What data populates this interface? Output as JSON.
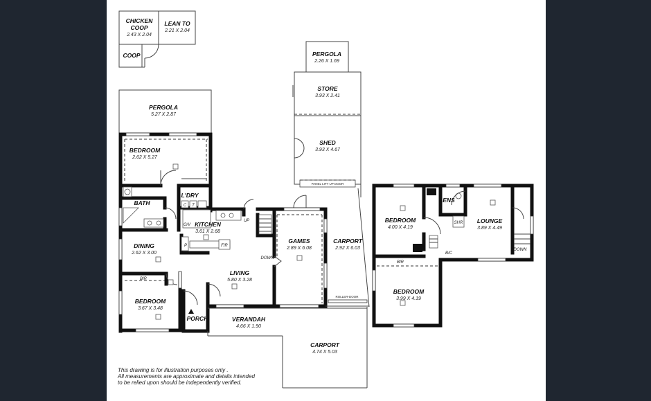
{
  "rooms": {
    "chicken_coop": {
      "label1": "CHICKEN",
      "label2": "COOP",
      "dims": "2.43 X 2.04"
    },
    "lean_to": {
      "label": "LEAN TO",
      "dims": "2.21 X 2.04"
    },
    "coop": {
      "label": "COOP"
    },
    "pergola_top": {
      "label": "PERGOLA",
      "dims": "2.26 X 1.69"
    },
    "pergola_left": {
      "label": "PERGOLA",
      "dims": "5.27 X 2.87"
    },
    "store": {
      "label": "STORE",
      "dims": "3.93 X 2.41"
    },
    "shed": {
      "label": "SHED",
      "dims": "3.93 X 4.67"
    },
    "bedroom_top": {
      "label": "BEDROOM",
      "dims": "2.62 X 5.27"
    },
    "ldry": {
      "label": "L'DRY"
    },
    "bath": {
      "label": "BATH"
    },
    "kitchen": {
      "label": "KITCHEN",
      "dims": "3.61 X 2.68"
    },
    "dining": {
      "label": "DINING",
      "dims": "2.62 X 3.00"
    },
    "games": {
      "label": "GAMES",
      "dims": "2.89 X 6.08"
    },
    "carport_mid": {
      "label": "CARPORT",
      "dims": "2.92 X 6.03"
    },
    "living": {
      "label": "LIVING",
      "dims": "5.80 X 3.28"
    },
    "bedroom_bottom": {
      "label": "BEDROOM",
      "dims": "3.67 X 3.48"
    },
    "porch": {
      "label": "PORCH"
    },
    "verandah": {
      "label": "VERANDAH",
      "dims": "4.66 X 1.90"
    },
    "carport_bottom": {
      "label": "CARPORT",
      "dims": "4.74 X 5.03"
    },
    "bedroom_right1": {
      "label": "BEDROOM",
      "dims": "4.00 X 4.19"
    },
    "ens": {
      "label": "ENS"
    },
    "lounge": {
      "label": "LOUNGE",
      "dims": "3.89 X 4.49"
    },
    "bedroom_right2": {
      "label": "BEDROOM",
      "dims": "3.99 X 4.19"
    }
  },
  "annotations": {
    "panel_door": "PANEL LIFT UP DOOR",
    "roller_door": "ROLLER-DOOR",
    "bir_left": "BIR",
    "bir_right": "BIR",
    "bc": "B/C",
    "up": "UP",
    "down_left": "DOWN",
    "down_right": "DOWN",
    "ov": "O/V",
    "shr": "SHR",
    "p": "P",
    "c": "C",
    "t": "T",
    "fr": "F/R"
  },
  "disclaimer": {
    "line1": "This drawing is for illustration purposes only .",
    "line2": "All measurements are approximate and details intended",
    "line3": "to be relied upon should be independently verified."
  }
}
